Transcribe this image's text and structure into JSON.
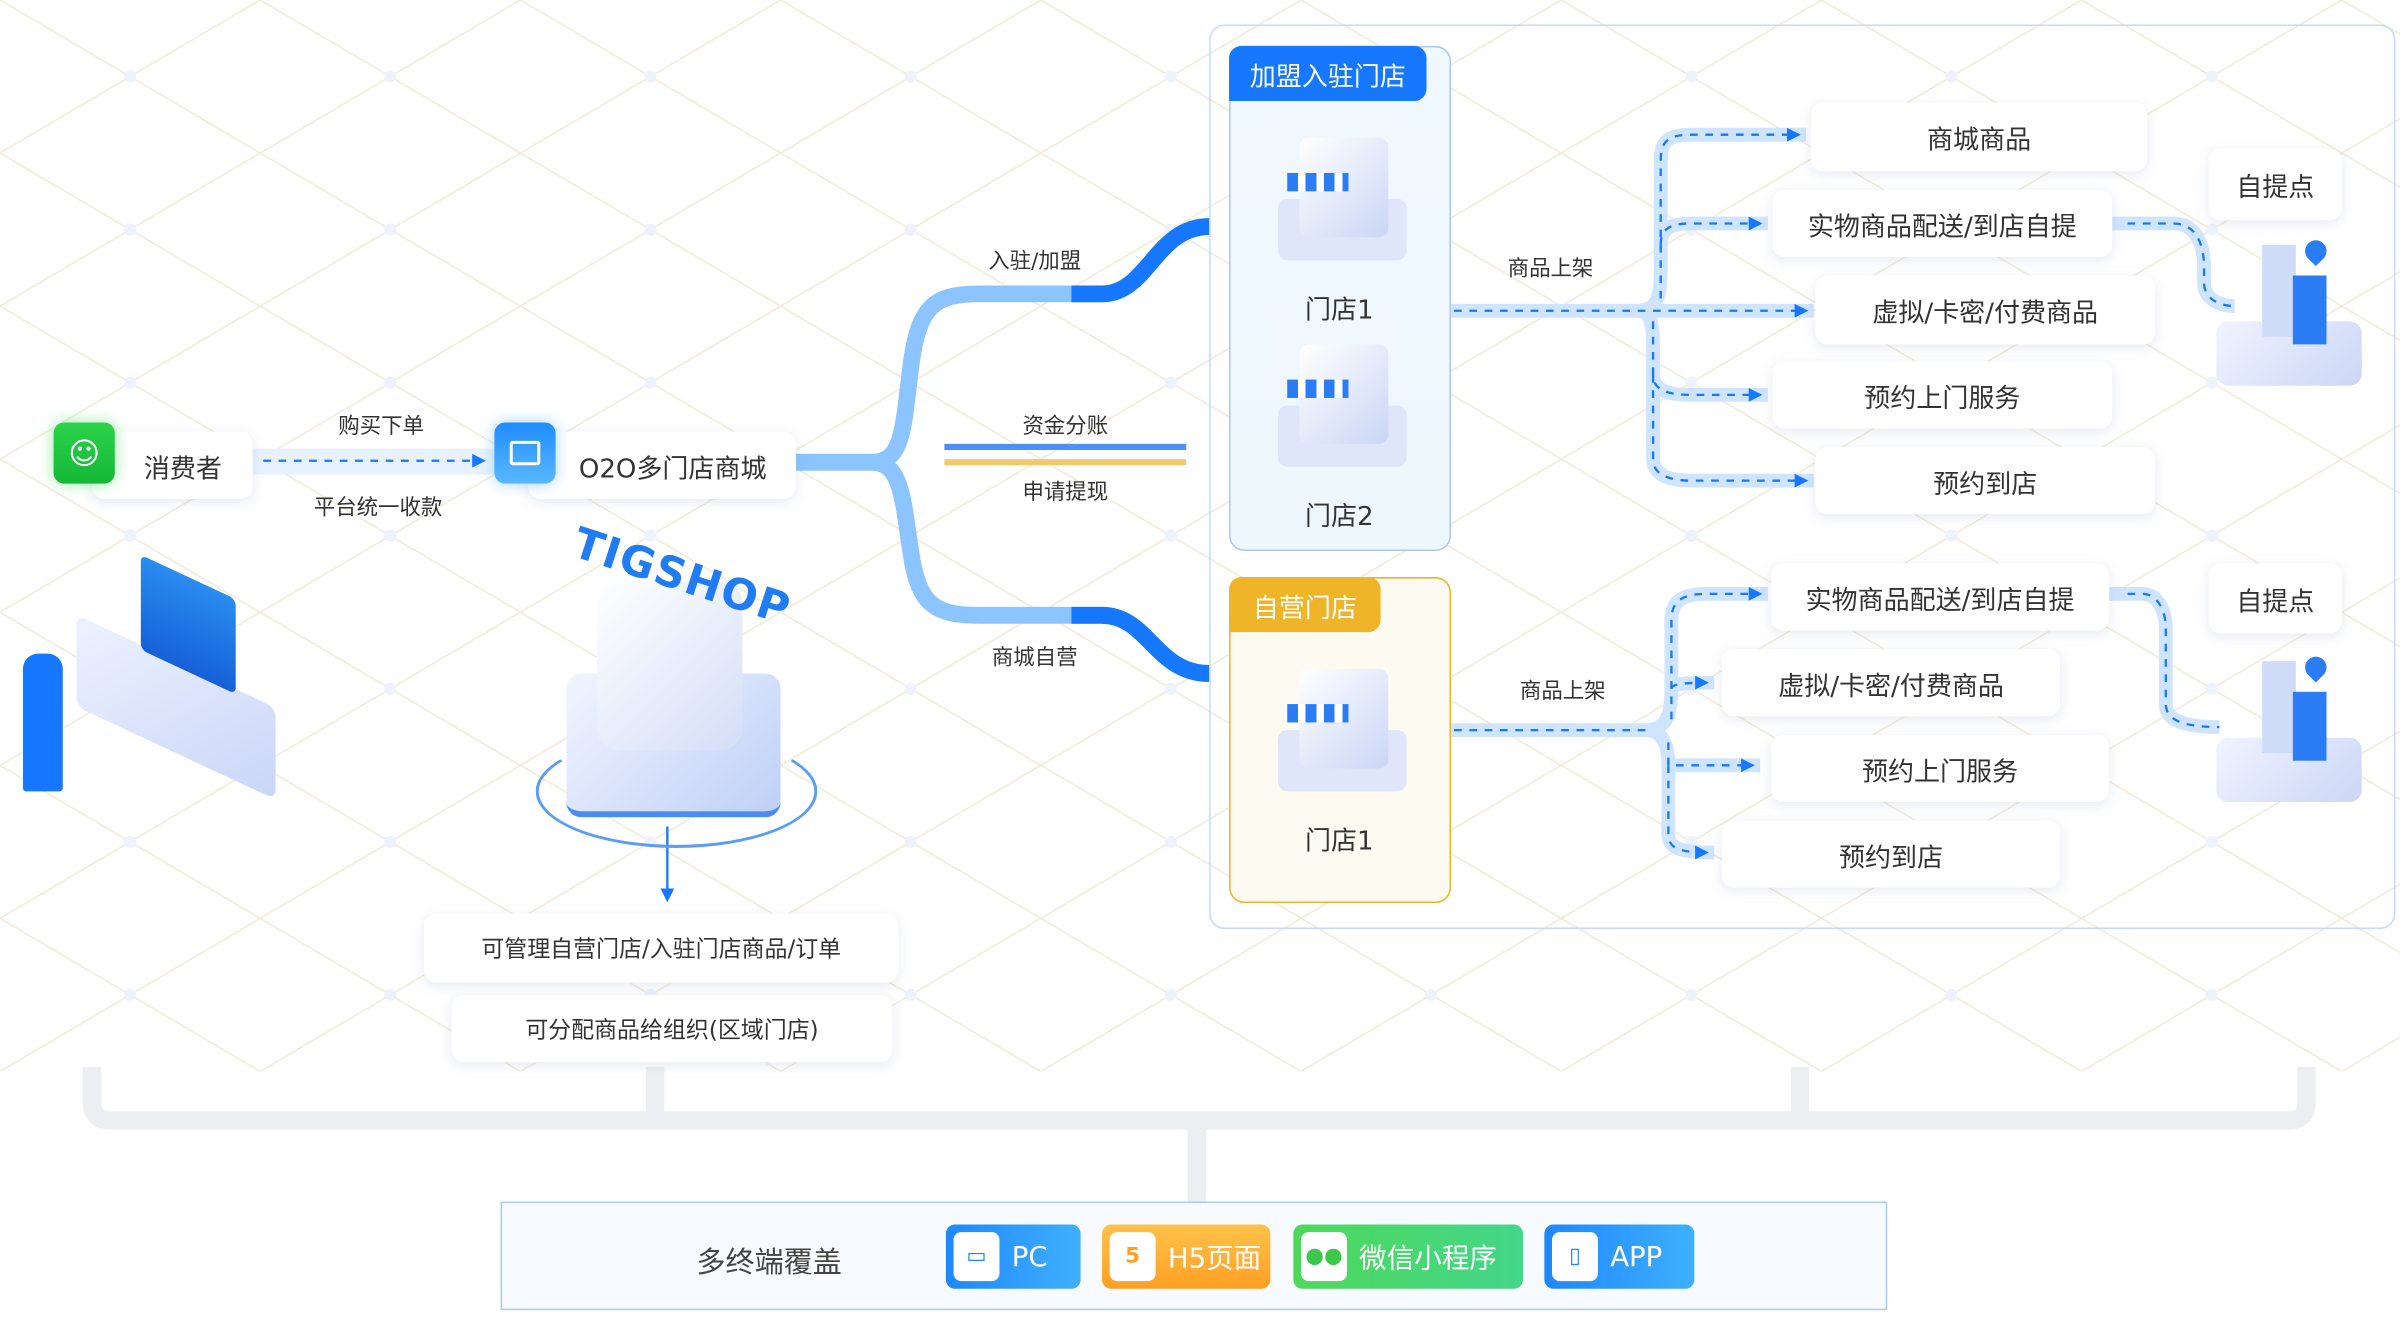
{
  "colors": {
    "blue": "#1677ff",
    "orange": "#f0b429",
    "green": "#2ecc40",
    "panel_border": "#a8cbf7"
  },
  "consumer": {
    "label": "消费者",
    "icon": "user-group-icon"
  },
  "flow": {
    "buy": "购买下单",
    "collect": "平台统一收款"
  },
  "mall": {
    "label": "O2O多门店商城",
    "icon": "monitor-chart-icon",
    "brand": "TIGSHOP"
  },
  "branches": {
    "join": "入驻/加盟",
    "split": "资金分账",
    "withdraw": "申请提现",
    "self": "商城自营"
  },
  "franchise": {
    "title": "加盟入驻门店",
    "stores": [
      "门店1",
      "门店2"
    ],
    "shelf": "商品上架",
    "items": [
      "商城商品",
      "实物商品配送/到店自提",
      "虚拟/卡密/付费商品",
      "预约上门服务",
      "预约到店"
    ],
    "pickup": "自提点"
  },
  "selfrun": {
    "title": "自营门店",
    "stores": [
      "门店1"
    ],
    "shelf": "商品上架",
    "items": [
      "实物商品配送/到店自提",
      "虚拟/卡密/付费商品",
      "预约上门服务",
      "预约到店"
    ],
    "pickup": "自提点"
  },
  "capabilities": [
    "可管理自营门店/入驻门店商品/订单",
    "可分配商品给组织(区域门店)"
  ],
  "terminals": {
    "label": "多终端覆盖",
    "items": [
      {
        "label": "PC",
        "icon": "monitor-icon"
      },
      {
        "label": "H5页面",
        "icon": "html5-icon"
      },
      {
        "label": "微信小程序",
        "icon": "wechat-icon"
      },
      {
        "label": "APP",
        "icon": "mobile-icon"
      }
    ]
  }
}
